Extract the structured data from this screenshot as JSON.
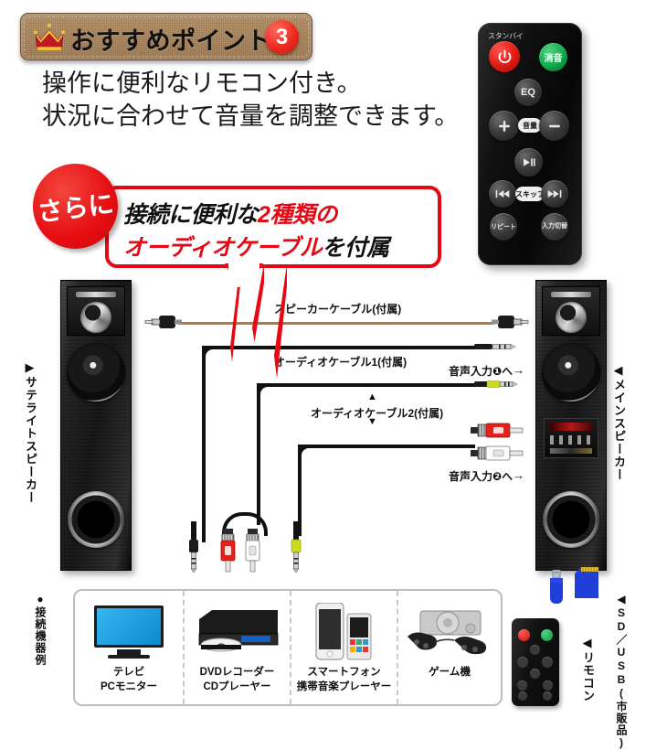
{
  "header": {
    "badge_number": "3",
    "title": "おすすめポイント",
    "crown_icon": "crown-icon",
    "banner_color": "#a8835a",
    "badge_color": "#ee2a21"
  },
  "lead": {
    "line1": "操作に便利なリモコン付き。",
    "line2": "状況に合わせて音量を調整できます。"
  },
  "callout": {
    "circle_text": "さらに",
    "circle_color": "#e60d12",
    "line1_black": "接続に便利な",
    "line1_red": "2種類の",
    "line2_red": "オーディオケーブル",
    "line2_black": "を付属"
  },
  "remote": {
    "standby_label": "スタンバイ",
    "power_icon": "power-icon",
    "mute_label": "消音",
    "eq_label": "EQ",
    "volume_up": "＋",
    "volume_label": "音量",
    "volume_down": "－",
    "play_pause_icon": "play-pause-icon",
    "prev_icon": "skip-back-icon",
    "skip_label": "スキップ",
    "next_icon": "skip-forward-icon",
    "repeat_label": "リピート",
    "input_label": "入力\n切替",
    "input_line1": "入力",
    "input_line2": "切替"
  },
  "speakers": {
    "satellite_label": "▶サテライトスピーカー",
    "main_label": "◀メインスピーカー"
  },
  "cables": {
    "speaker_cable": "スピーカーケーブル(付属)",
    "speaker_cable_color": "#9c7f62",
    "audio_cable_1": "オーディオケーブル1(付属)",
    "audio_cable_2": "オーディオケーブル2(付属)",
    "marker_up": "▲",
    "marker_down": "▼",
    "input1": "音声入力❶へ",
    "input2": "音声入力❷へ",
    "arrow_right": "→"
  },
  "devices": {
    "section_label": "●接続機器例",
    "items": [
      {
        "icon": "tv-icon",
        "caption_line1": "テレビ",
        "caption_line2": "PCモニター"
      },
      {
        "icon": "dvd-player-icon",
        "caption_line1": "DVDレコーダー",
        "caption_line2": "CDプレーヤー"
      },
      {
        "icon": "smartphone-icon",
        "caption_line1": "スマートフォン",
        "caption_line2": "携帯音楽プレーヤー"
      },
      {
        "icon": "game-console-icon",
        "caption_line1": "ゲーム機",
        "caption_line2": ""
      }
    ]
  },
  "accessories": {
    "sd_usb_label": "◀SD／USB(市販品)",
    "remote_label": "◀リモコン"
  }
}
